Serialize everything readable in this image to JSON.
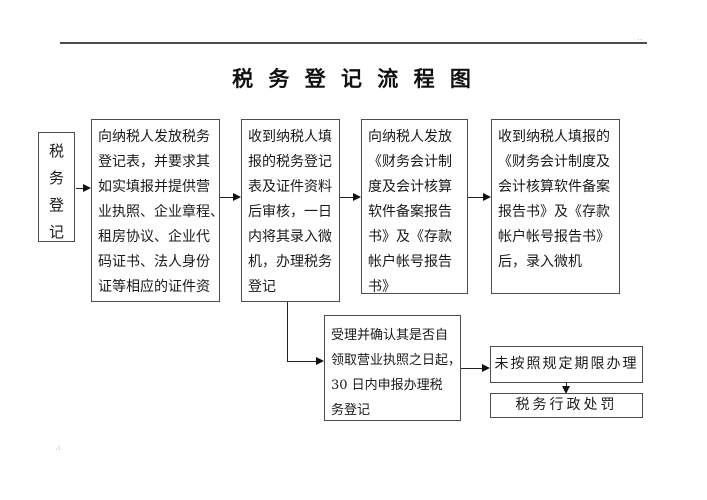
{
  "title": "税 务 登 记 流 程 图",
  "colors": {
    "line": "#222222",
    "border": "#4d4d4d",
    "text": "#1a1a1a"
  },
  "flow": {
    "start": "税\n务\n登\n记",
    "step1": "向纳税人发放税务\n登记表，并要求其\n如实填报并提供营\n业执照、企业章程、\n租房协议、企业代\n码证书、法人身份\n证等相应的证件资",
    "step2": "收到纳税人填\n报的税务登记\n表及证件资料\n后审核，一日\n内将其录入微\n机，办理税务\n登记",
    "step3": "向纳税人发放\n《财务会计制\n度及会计核算\n软件备案报告\n书》及《存款\n帐户帐号报告\n书》",
    "step4": "收到纳税人填报的\n《财务会计制度及\n会计核算软件备案\n报告书》及《存款\n帐户帐号报告书》\n后，录入微机",
    "accept": "受理并确认其是否自\n领取营业执照之日起，\n30 日内申报办理税\n务登记",
    "overdue": "未按照规定期限办理",
    "penalty": "税务行政处罚"
  },
  "artifacts": {
    "top_right": "‥",
    "bottom_left": "·¹"
  }
}
